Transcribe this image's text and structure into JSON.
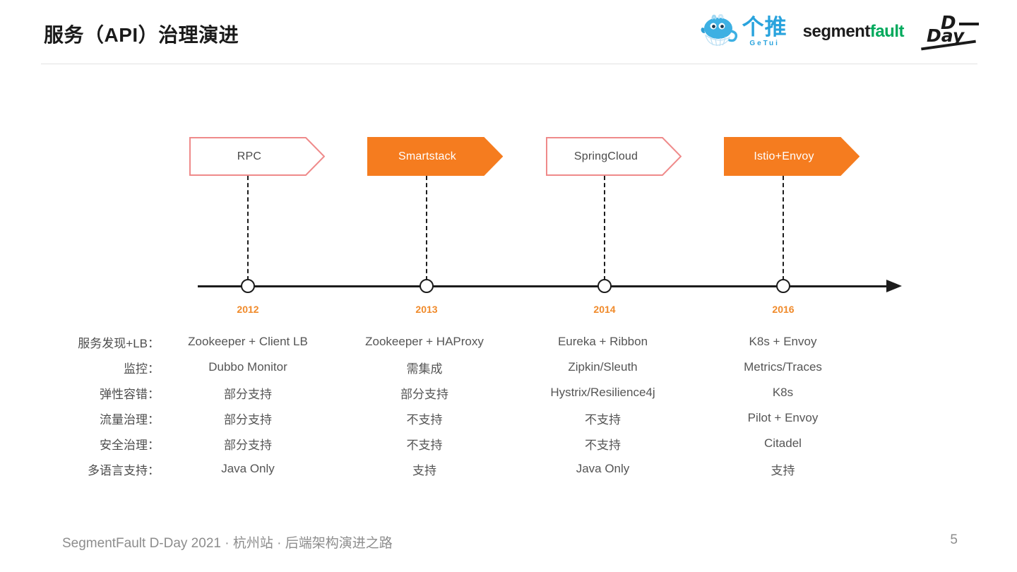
{
  "header": {
    "title": "服务（API）治理演进",
    "logos": {
      "getui": {
        "name": "getui-logo",
        "cn": "个推",
        "en": "GeTui",
        "color": "#29a3dd"
      },
      "segmentfault": {
        "part1": "segment",
        "part2": "fault",
        "color_part1": "#1c1c1c",
        "color_part2": "#00a95c"
      },
      "dday": {
        "top": "D",
        "bottom": "Day"
      }
    }
  },
  "timeline": {
    "axis_arrow": "right-arrow-icon",
    "milestones": [
      {
        "label": "RPC",
        "year": "2012",
        "style": "outline",
        "border_color": "#ef8a8a",
        "fill": "#ffffff",
        "text_color": "#4a4a4a"
      },
      {
        "label": "Smartstack",
        "year": "2013",
        "style": "filled",
        "border_color": "#f57c1f",
        "fill": "#f57c1f",
        "text_color": "#ffffff"
      },
      {
        "label": "SpringCloud",
        "year": "2014",
        "style": "outline",
        "border_color": "#ef8a8a",
        "fill": "#ffffff",
        "text_color": "#4a4a4a"
      },
      {
        "label": "Istio+Envoy",
        "year": "2016",
        "style": "filled",
        "border_color": "#f57c1f",
        "fill": "#f57c1f",
        "text_color": "#ffffff"
      }
    ],
    "year_color": "#f08a2a"
  },
  "matrix": {
    "rows": [
      {
        "label": "服务发现+LB：",
        "values": [
          "Zookeeper + Client LB",
          "Zookeeper + HAProxy",
          "Eureka + Ribbon",
          "K8s + Envoy"
        ]
      },
      {
        "label": "监控：",
        "values": [
          "Dubbo Monitor",
          "需集成",
          "Zipkin/Sleuth",
          "Metrics/Traces"
        ]
      },
      {
        "label": "弹性容错：",
        "values": [
          "部分支持",
          "部分支持",
          "Hystrix/Resilience4j",
          "K8s"
        ]
      },
      {
        "label": "流量治理：",
        "values": [
          "部分支持",
          "不支持",
          "不支持",
          "Pilot + Envoy"
        ]
      },
      {
        "label": "安全治理：",
        "values": [
          "部分支持",
          "不支持",
          "不支持",
          "Citadel"
        ]
      },
      {
        "label": "多语言支持：",
        "values": [
          "Java Only",
          "支持",
          "Java Only",
          "支持"
        ]
      }
    ]
  },
  "footer": {
    "text": "SegmentFault D-Day 2021 · 杭州站 · 后端架构演进之路",
    "page": "5"
  }
}
